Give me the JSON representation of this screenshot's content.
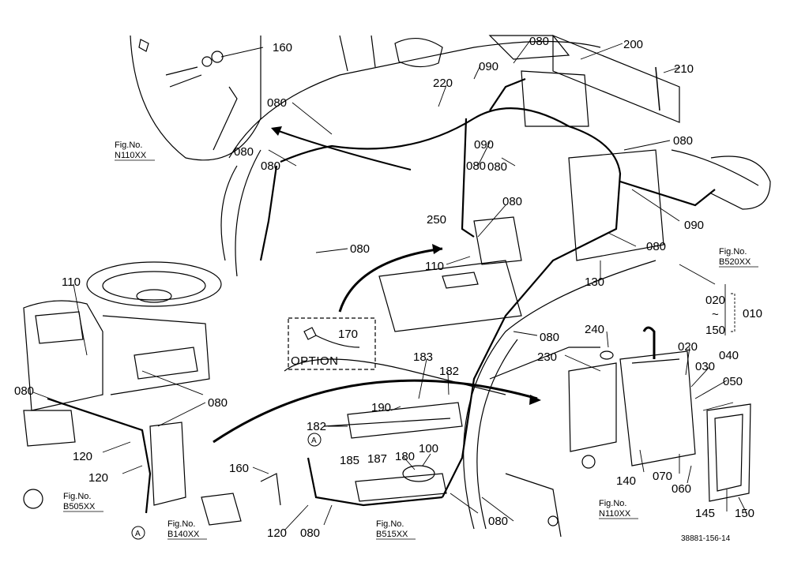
{
  "diagram": {
    "drawing_code": "38881-156-14",
    "option_label": "OPTION",
    "range": {
      "from": "020",
      "tilde": "~",
      "to": "150",
      "group": "010"
    },
    "figure_refs": [
      {
        "id": "n110-top",
        "line1": "Fig.No.",
        "line2": "N110XX"
      },
      {
        "id": "b520",
        "line1": "Fig.No.",
        "line2": "B520XX"
      },
      {
        "id": "b505",
        "line1": "Fig.No.",
        "line2": "B505XX"
      },
      {
        "id": "b140",
        "line1": "Fig.No.",
        "line2": "B140XX"
      },
      {
        "id": "b515",
        "line1": "Fig.No.",
        "line2": "B515XX"
      },
      {
        "id": "n110-bottom",
        "line1": "Fig.No.",
        "line2": "N110XX"
      }
    ],
    "markers": [
      "A",
      "A"
    ],
    "callouts": [
      "160",
      "080",
      "090",
      "220",
      "200",
      "210",
      "080",
      "080",
      "080",
      "090",
      "080",
      "080",
      "250",
      "080",
      "080",
      "080",
      "090",
      "110",
      "080",
      "130",
      "110",
      "170",
      "080",
      "240",
      "230",
      "183",
      "182",
      "020",
      "030",
      "040",
      "050",
      "080",
      "080",
      "190",
      "182",
      "185",
      "187",
      "180",
      "100",
      "120",
      "120",
      "160",
      "140",
      "070",
      "060",
      "145",
      "150",
      "120",
      "080",
      "080"
    ]
  }
}
